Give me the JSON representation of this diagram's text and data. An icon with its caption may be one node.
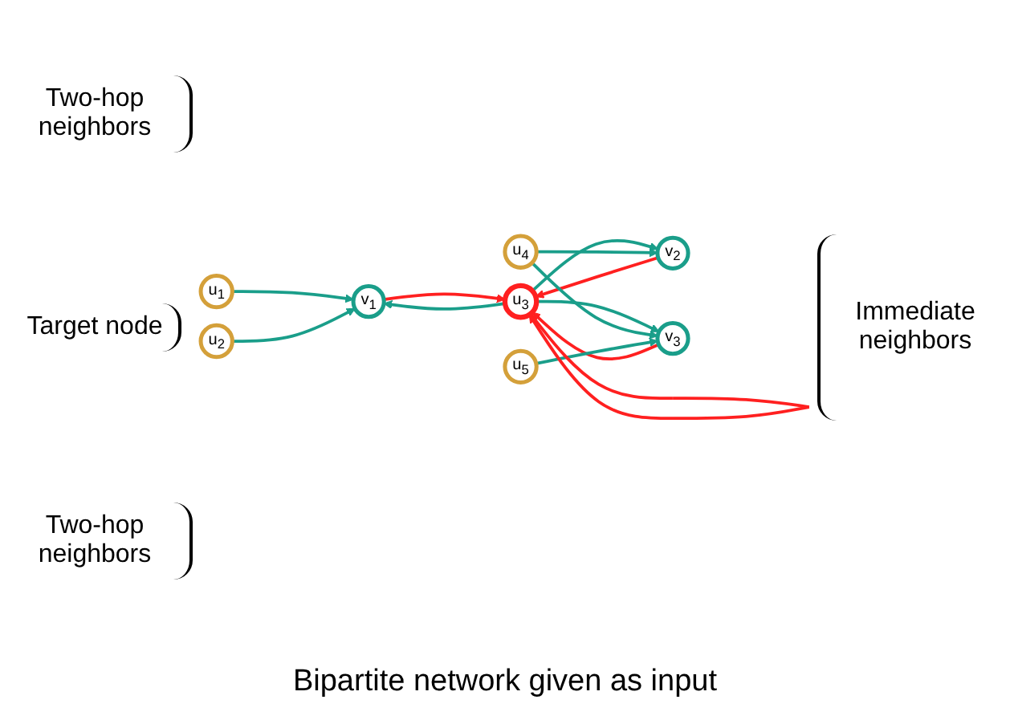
{
  "diagram": {
    "caption": "Bipartite network given as input",
    "nodes": [
      {
        "text": [
          "u$_{1}$"
        ]
      },
      {
        "text": [
          "u$_{2}$"
        ]
      },
      {
        "text": [
          "u$_{3}$"
        ]
      },
      {
        "text": [
          "u$_{4}$"
        ]
      },
      {
        "text": [
          "u$_{5}$"
        ]
      },
      {
        "text": [
          "v$_{1}$"
        ]
      },
      {
        "text": [
          "v$_{2}$"
        ]
      },
      {
        "text": [
          "v$_{3}$"
        ]
      }
    ],
    "edges": [
      {
        "from": 0,
        "to": 5,
        "arrow": "to"
      },
      {
        "from": 1,
        "to": 5,
        "arrow": "to"
      },
      {
        "from": 2,
        "to": 5,
        "arrow": "to"
      },
      {
        "from": 5,
        "to": 2,
        "arrow": "to",
        "color": "#ff2020"
      },
      {
        "from": 6,
        "to": 2,
        "arrow": "to",
        "color": "#ff2020"
      },
      {
        "from": 2,
        "to": 6,
        "arrow": "to"
      },
      {
        "from": 3,
        "to": 6,
        "arrow": "to"
      },
      {
        "from": 2,
        "to": 7,
        "arrow": "to"
      },
      {
        "from": 7,
        "to": 2,
        "arrow": "to",
        "color": "#ff2020"
      },
      {
        "from": 3,
        "to": 7,
        "arrow": "to"
      },
      {
        "from": 4,
        "to": 7,
        "arrow": "to"
      },
      {
        "from": 2,
        "to": 2,
        "arrow": "to",
        "color": "#ff2020"
      }
    ],
    "labels": [
      "Two-hop neighbors",
      "Target node",
      "Two-hop neighbors",
      "Immediate neighbors"
    ]
  }
}
